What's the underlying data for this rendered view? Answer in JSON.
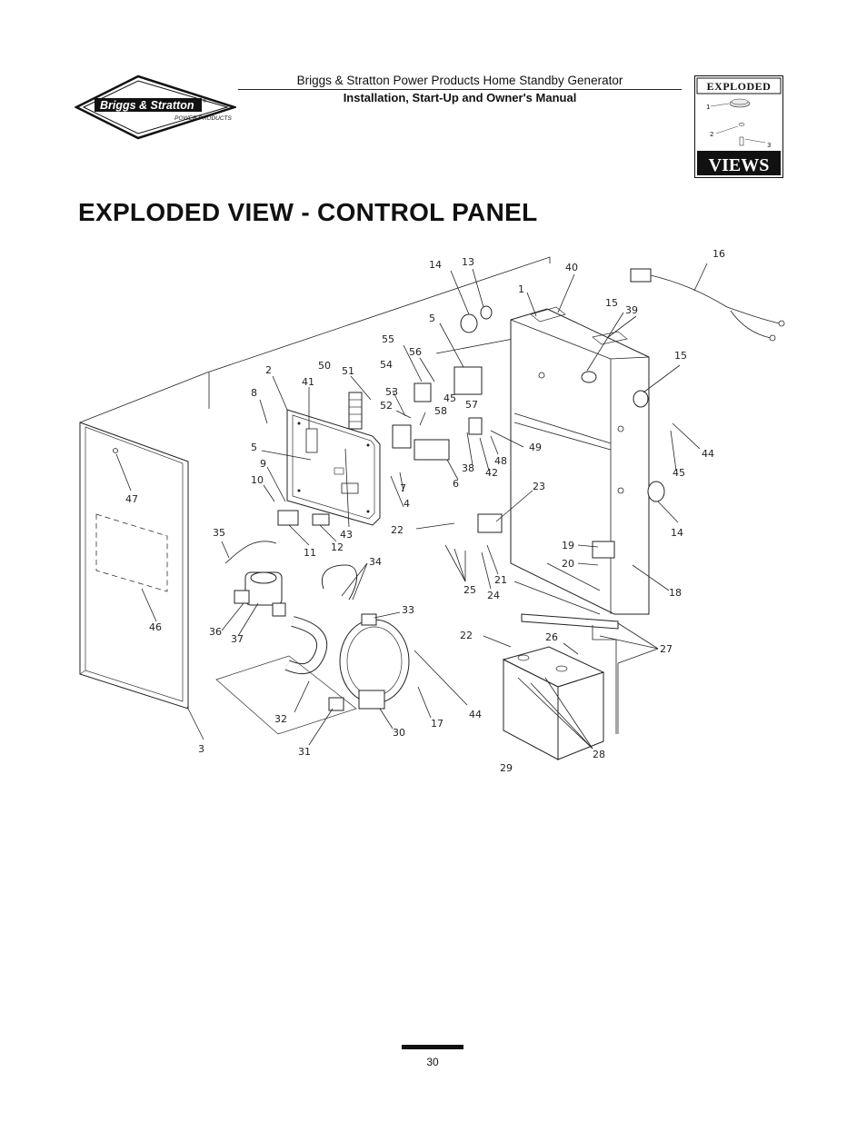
{
  "header": {
    "title": "Briggs & Stratton Power Products Home Standby Generator",
    "subtitle": "Installation, Start-Up and Owner's Manual"
  },
  "logo": {
    "brand": "Briggs & Stratton",
    "tagline": "POWER PRODUCTS",
    "mark": "registered-mark"
  },
  "badge": {
    "top_word": "EXPLODED",
    "bottom_word": "VIEWS",
    "callouts": [
      "1",
      "2",
      "3"
    ]
  },
  "page": {
    "heading": "EXPLODED VIEW - CONTROL PANEL",
    "number": "30"
  },
  "diagram": {
    "callouts": [
      {
        "id": "c1",
        "label": "1"
      },
      {
        "id": "c2",
        "label": "2"
      },
      {
        "id": "c3",
        "label": "3"
      },
      {
        "id": "c4",
        "label": "4"
      },
      {
        "id": "c5a",
        "label": "5"
      },
      {
        "id": "c5b",
        "label": "5"
      },
      {
        "id": "c6",
        "label": "6"
      },
      {
        "id": "c7",
        "label": "7"
      },
      {
        "id": "c8",
        "label": "8"
      },
      {
        "id": "c9",
        "label": "9"
      },
      {
        "id": "c10",
        "label": "10"
      },
      {
        "id": "c11",
        "label": "11"
      },
      {
        "id": "c12",
        "label": "12"
      },
      {
        "id": "c13",
        "label": "13"
      },
      {
        "id": "c14a",
        "label": "14"
      },
      {
        "id": "c14b",
        "label": "14"
      },
      {
        "id": "c15a",
        "label": "15"
      },
      {
        "id": "c15b",
        "label": "15"
      },
      {
        "id": "c16",
        "label": "16"
      },
      {
        "id": "c17",
        "label": "17"
      },
      {
        "id": "c18",
        "label": "18"
      },
      {
        "id": "c19",
        "label": "19"
      },
      {
        "id": "c20",
        "label": "20"
      },
      {
        "id": "c21",
        "label": "21"
      },
      {
        "id": "c22a",
        "label": "22"
      },
      {
        "id": "c22b",
        "label": "22"
      },
      {
        "id": "c23",
        "label": "23"
      },
      {
        "id": "c24",
        "label": "24"
      },
      {
        "id": "c25",
        "label": "25"
      },
      {
        "id": "c26",
        "label": "26"
      },
      {
        "id": "c27",
        "label": "27"
      },
      {
        "id": "c28",
        "label": "28"
      },
      {
        "id": "c29",
        "label": "29"
      },
      {
        "id": "c30",
        "label": "30"
      },
      {
        "id": "c31",
        "label": "31"
      },
      {
        "id": "c32",
        "label": "32"
      },
      {
        "id": "c33",
        "label": "33"
      },
      {
        "id": "c34",
        "label": "34"
      },
      {
        "id": "c35",
        "label": "35"
      },
      {
        "id": "c36",
        "label": "36"
      },
      {
        "id": "c37",
        "label": "37"
      },
      {
        "id": "c38",
        "label": "38"
      },
      {
        "id": "c39",
        "label": "39"
      },
      {
        "id": "c40",
        "label": "40"
      },
      {
        "id": "c41",
        "label": "41"
      },
      {
        "id": "c42",
        "label": "42"
      },
      {
        "id": "c43",
        "label": "43"
      },
      {
        "id": "c44a",
        "label": "44"
      },
      {
        "id": "c44b",
        "label": "44"
      },
      {
        "id": "c45a",
        "label": "45"
      },
      {
        "id": "c45b",
        "label": "45"
      },
      {
        "id": "c46",
        "label": "46"
      },
      {
        "id": "c47",
        "label": "47"
      },
      {
        "id": "c48",
        "label": "48"
      },
      {
        "id": "c49",
        "label": "49"
      },
      {
        "id": "c50",
        "label": "50"
      },
      {
        "id": "c51",
        "label": "51"
      },
      {
        "id": "c52",
        "label": "52"
      },
      {
        "id": "c53",
        "label": "53"
      },
      {
        "id": "c54",
        "label": "54"
      },
      {
        "id": "c55",
        "label": "55"
      },
      {
        "id": "c56",
        "label": "56"
      },
      {
        "id": "c57",
        "label": "57"
      },
      {
        "id": "c58",
        "label": "58"
      }
    ]
  }
}
